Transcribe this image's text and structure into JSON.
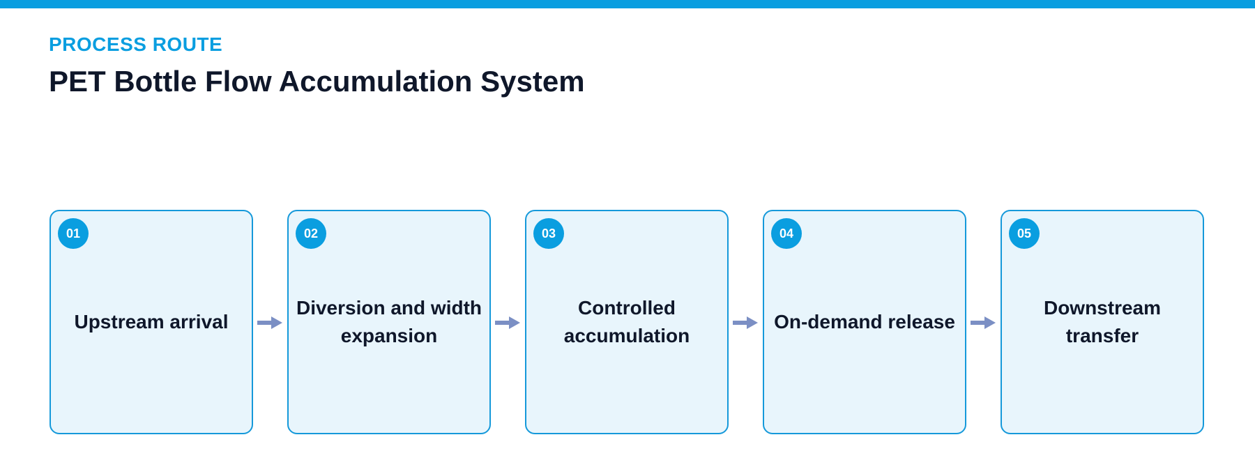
{
  "header": {
    "eyebrow": "PROCESS ROUTE",
    "title": "PET Bottle Flow Accumulation System"
  },
  "steps": [
    {
      "number": "01",
      "label": "Upstream arrival"
    },
    {
      "number": "02",
      "label": "Diversion and width expansion"
    },
    {
      "number": "03",
      "label": "Controlled accumulation"
    },
    {
      "number": "04",
      "label": "On-demand release"
    },
    {
      "number": "05",
      "label": "Downstream transfer"
    }
  ],
  "connector": {
    "icon": "right-arrow-icon"
  },
  "colors": {
    "accent": "#0a9ee0",
    "card_border": "#1599da",
    "card_fill": "#e8f5fc",
    "arrow": "#7b8fc4",
    "title_text": "#0f172a"
  }
}
